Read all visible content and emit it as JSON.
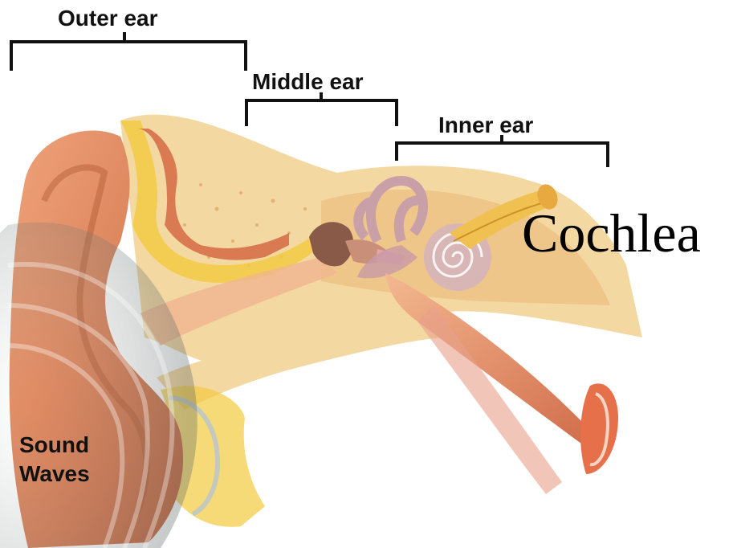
{
  "labels": {
    "outer_ear": "Outer ear",
    "middle_ear": "Middle ear",
    "inner_ear": "Inner ear",
    "cochlea": "Cochlea",
    "sound_line1": "Sound",
    "sound_line2": "Waves"
  },
  "colors": {
    "skin": "#e8956a",
    "skin_dark": "#c96a40",
    "bone": "#f4d8a2",
    "bone_speckle": "#d99050",
    "cartilage_yellow": "#f2cb3e",
    "labyrinth": "#d9b6b6",
    "nerve": "#f0c050",
    "muscle": "#d46a45",
    "bracket": "#111111"
  }
}
